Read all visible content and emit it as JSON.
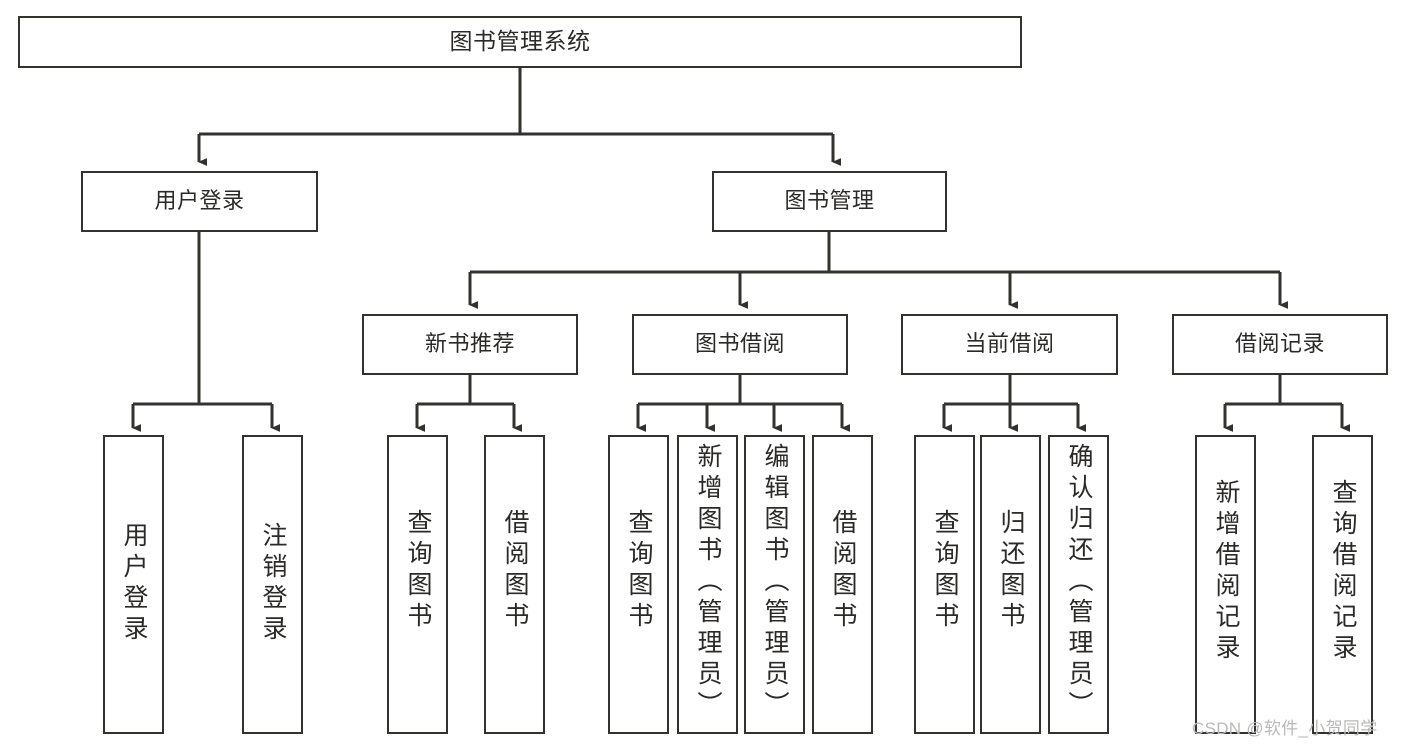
{
  "diagram": {
    "title": "图书管理系统",
    "type": "hierarchy-tree",
    "watermark": "CSDN @软件_小贺同学",
    "colors": {
      "box_border": "#33322f",
      "box_fill": "#ffffff",
      "connector": "#33322f",
      "text": "#2b2a28",
      "watermark": "#b9b9b9",
      "background": "#ffffff"
    },
    "levels": [
      {
        "level": 0,
        "nodes": [
          {
            "id": "root",
            "label": "图书管理系统"
          }
        ]
      },
      {
        "level": 1,
        "nodes": [
          {
            "id": "login",
            "label": "用户登录"
          },
          {
            "id": "bookmgmt",
            "label": "图书管理"
          }
        ]
      },
      {
        "level": 2,
        "nodes": [
          {
            "id": "newbook",
            "label": "新书推荐"
          },
          {
            "id": "borrow",
            "label": "图书借阅"
          },
          {
            "id": "current",
            "label": "当前借阅"
          },
          {
            "id": "records",
            "label": "借阅记录"
          }
        ]
      },
      {
        "level": 3,
        "nodes": [
          {
            "id": "leaf-user-login",
            "label": "用户登录",
            "parent": "login"
          },
          {
            "id": "leaf-user-logout",
            "label": "注销登录",
            "parent": "login"
          },
          {
            "id": "leaf-nb-query",
            "label": "查询图书",
            "parent": "newbook"
          },
          {
            "id": "leaf-nb-borrow",
            "label": "借阅图书",
            "parent": "newbook"
          },
          {
            "id": "leaf-bb-query",
            "label": "查询图书",
            "parent": "borrow"
          },
          {
            "id": "leaf-bb-add",
            "label": "新增图书（管理员）",
            "parent": "borrow"
          },
          {
            "id": "leaf-bb-edit",
            "label": "编辑图书（管理员）",
            "parent": "borrow"
          },
          {
            "id": "leaf-bb-borrow",
            "label": "借阅图书",
            "parent": "borrow"
          },
          {
            "id": "leaf-cur-query",
            "label": "查询图书",
            "parent": "current"
          },
          {
            "id": "leaf-cur-return",
            "label": "归还图书",
            "parent": "current"
          },
          {
            "id": "leaf-cur-confirm",
            "label": "确认归还（管理员）",
            "parent": "current"
          },
          {
            "id": "leaf-rec-add",
            "label": "新增借阅记录",
            "parent": "records"
          },
          {
            "id": "leaf-rec-query",
            "label": "查询借阅记录",
            "parent": "records"
          }
        ]
      }
    ]
  }
}
